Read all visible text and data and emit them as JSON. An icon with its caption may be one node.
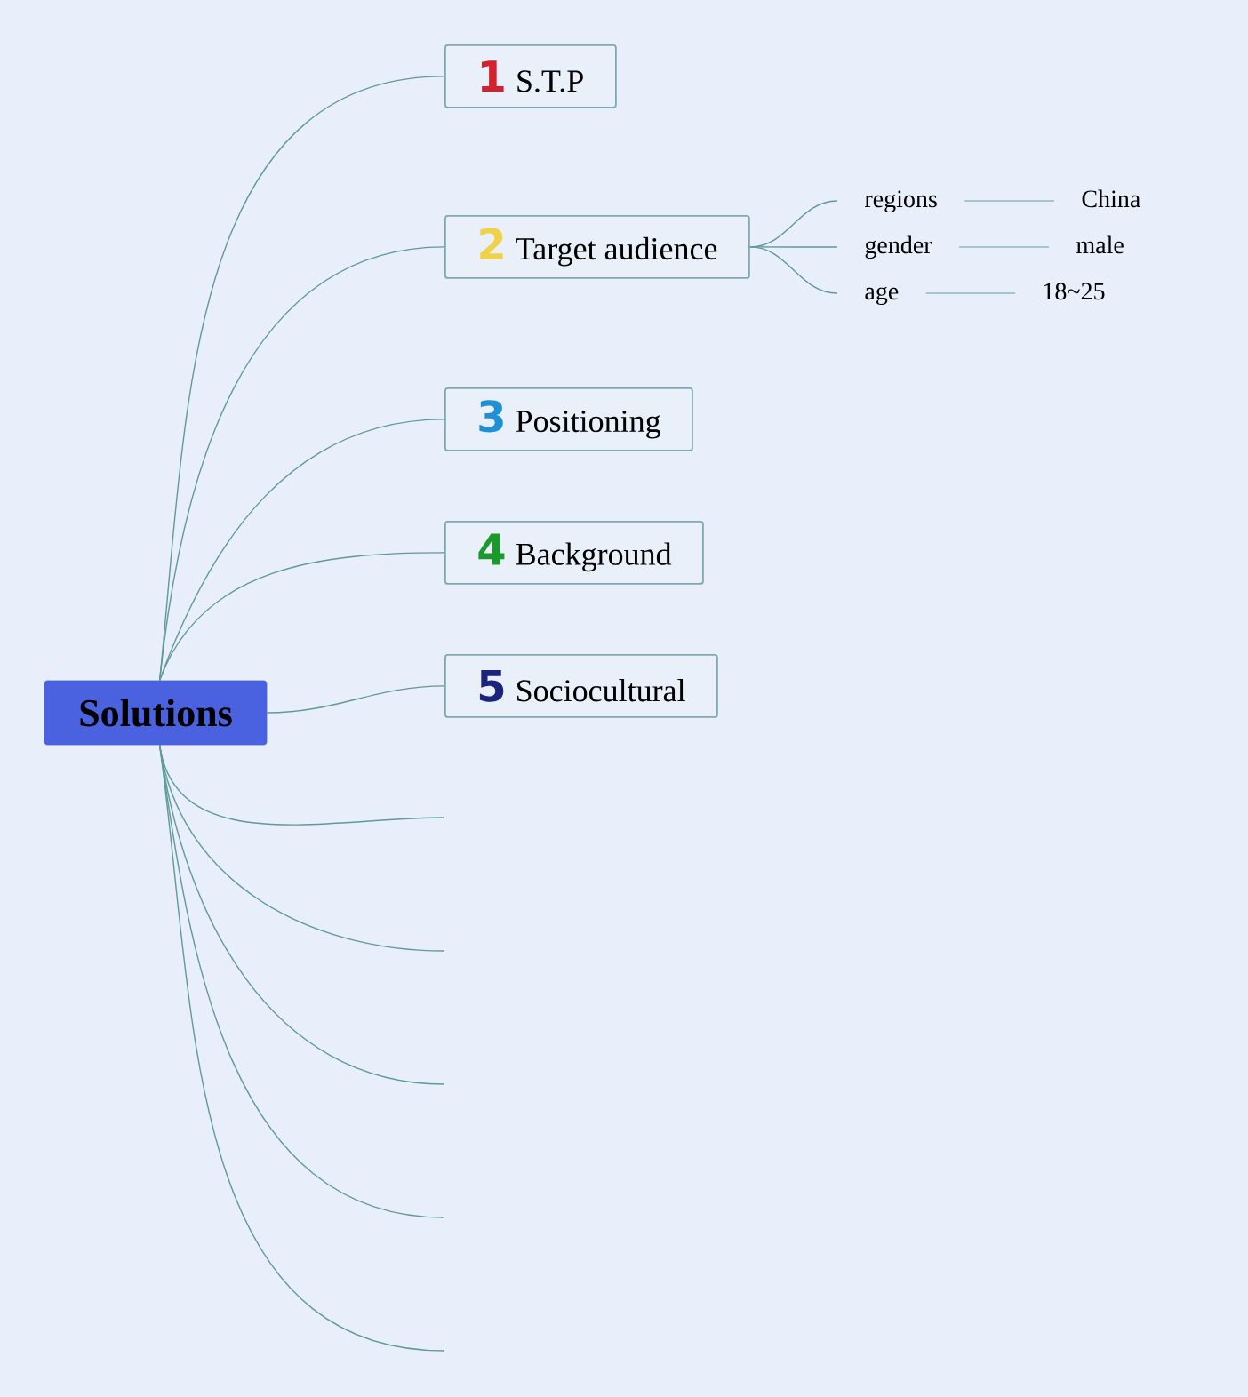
{
  "diagram": {
    "nodes": [
      {
        "text": [
          "Solutions"
        ]
      },
      {
        "text": [
          "1",
          "S.T.P"
        ]
      },
      {
        "text": [
          "2",
          "Target audience"
        ]
      },
      {
        "text": [
          "3",
          "Positioning"
        ]
      },
      {
        "text": [
          "4",
          "Background"
        ]
      },
      {
        "text": [
          "5",
          "Sociocultural"
        ]
      },
      {
        "text": [
          "regions"
        ]
      },
      {
        "text": [
          "gender"
        ]
      },
      {
        "text": [
          "age"
        ]
      },
      {
        "text": [
          "China"
        ]
      },
      {
        "text": [
          "male"
        ]
      },
      {
        "text": [
          "18~25"
        ]
      }
    ],
    "edges": [
      {
        "from": 0,
        "to": 1,
        "arrow": "none"
      },
      {
        "from": 0,
        "to": 2,
        "arrow": "none"
      },
      {
        "from": 0,
        "to": 3,
        "arrow": "none"
      },
      {
        "from": 0,
        "to": 4,
        "arrow": "none"
      },
      {
        "from": 0,
        "to": 5,
        "arrow": "none"
      },
      {
        "from": 0,
        "to": null,
        "arrow": "none"
      },
      {
        "from": 0,
        "to": null,
        "arrow": "none"
      },
      {
        "from": 0,
        "to": null,
        "arrow": "none"
      },
      {
        "from": 0,
        "to": null,
        "arrow": "none"
      },
      {
        "from": 0,
        "to": null,
        "arrow": "none"
      },
      {
        "from": 2,
        "to": 6,
        "arrow": "none"
      },
      {
        "from": 2,
        "to": 7,
        "arrow": "none"
      },
      {
        "from": 2,
        "to": 8,
        "arrow": "none"
      },
      {
        "from": 6,
        "to": 9,
        "arrow": "none",
        "color": "#8fb8bc"
      },
      {
        "from": 7,
        "to": 10,
        "arrow": "none",
        "color": "#8fb8bc"
      },
      {
        "from": 8,
        "to": 11,
        "arrow": "none",
        "color": "#8fb8bc"
      }
    ]
  }
}
